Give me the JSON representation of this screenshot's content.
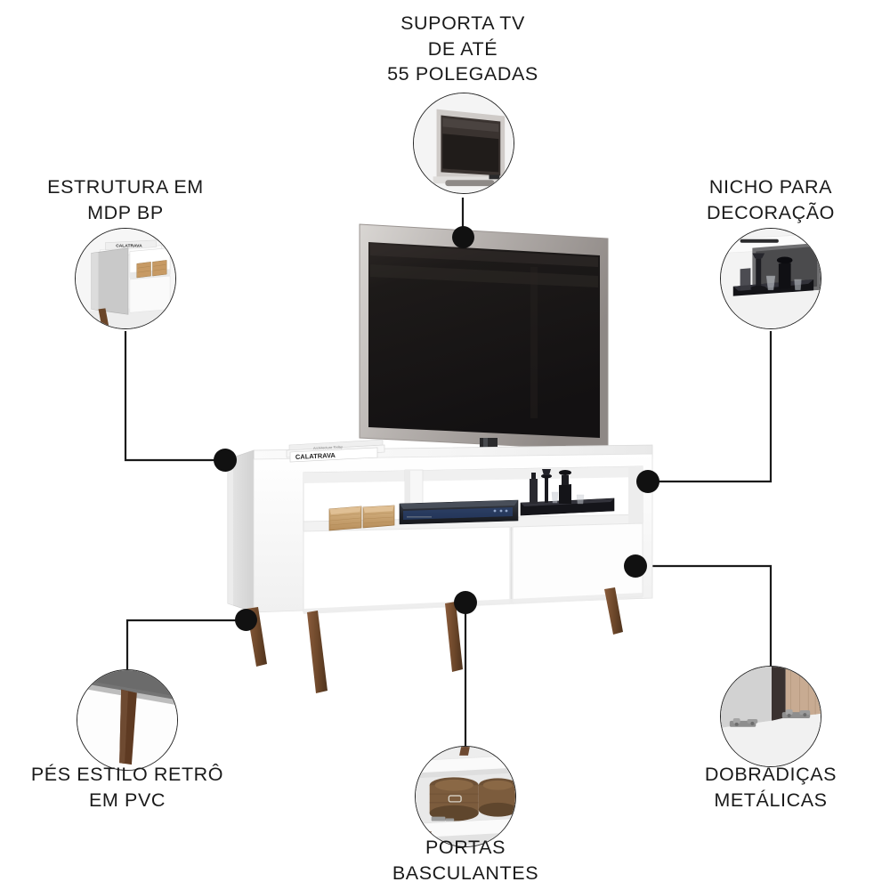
{
  "page": {
    "title": "Rack para TV - infográfico de características",
    "background_color": "#ffffff",
    "text_color": "#1a1a1a",
    "dot_color": "#111111",
    "line_color": "#1a1a1a"
  },
  "callouts": [
    {
      "id": "tv-support",
      "label": "SUPORTA TV\nDE ATÉ\n55 POLEGADAS",
      "position": "top-center",
      "bubble_image": "tv-closeup",
      "connector": "straight-vertical"
    },
    {
      "id": "structure",
      "label": "ESTRUTURA EM\nMDP BP",
      "position": "top-left",
      "bubble_image": "cabinet-corner-mdp",
      "connector": "elbow-down-right"
    },
    {
      "id": "niche",
      "label": "NICHO PARA\nDECORAÇÃO",
      "position": "top-right",
      "bubble_image": "decor-niche",
      "connector": "elbow-down-left"
    },
    {
      "id": "legs",
      "label": "PÉS ESTILO RETRÔ\nEM PVC",
      "position": "bottom-left",
      "bubble_image": "retro-leg",
      "connector": "elbow-left-down"
    },
    {
      "id": "doors",
      "label": "PORTAS\nBASCULANTES",
      "position": "bottom-center",
      "bubble_image": "open-door-baskets",
      "connector": "straight-vertical"
    },
    {
      "id": "hinges",
      "label": "DOBRADIÇAS\nMETÁLICAS",
      "position": "bottom-right",
      "bubble_image": "metal-hinges",
      "connector": "elbow-right-down"
    }
  ],
  "product": {
    "name": "rack-tv-stand",
    "tv": {
      "name": "flat-screen-tv",
      "screen_color": "#151314",
      "bezel_color": "#b9b5b2"
    },
    "cabinet": {
      "name": "white-tv-cabinet",
      "body_color": "#ffffff",
      "side_color": "#e3e3e3"
    },
    "doors_count": 2,
    "legs_count": 4,
    "leg_color": "#6e4a31",
    "shelf_items": [
      {
        "name": "book-stack",
        "label": "CALATRAVA"
      },
      {
        "name": "wicker-boxes"
      },
      {
        "name": "dvd-player"
      },
      {
        "name": "decor-tray"
      }
    ]
  }
}
